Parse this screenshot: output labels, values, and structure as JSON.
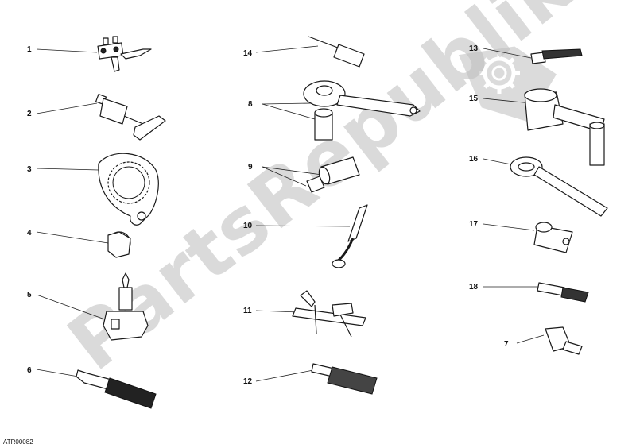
{
  "diagram": {
    "code": "ATR00082",
    "callouts": [
      "1",
      "2",
      "3",
      "4",
      "5",
      "6",
      "14",
      "8",
      "9",
      "10",
      "11",
      "12",
      "13",
      "15",
      "16",
      "17",
      "18",
      "7"
    ]
  },
  "watermark": {
    "text": "PartsRepublik",
    "icon": "gear-icon",
    "color": "#bdbdbd"
  }
}
